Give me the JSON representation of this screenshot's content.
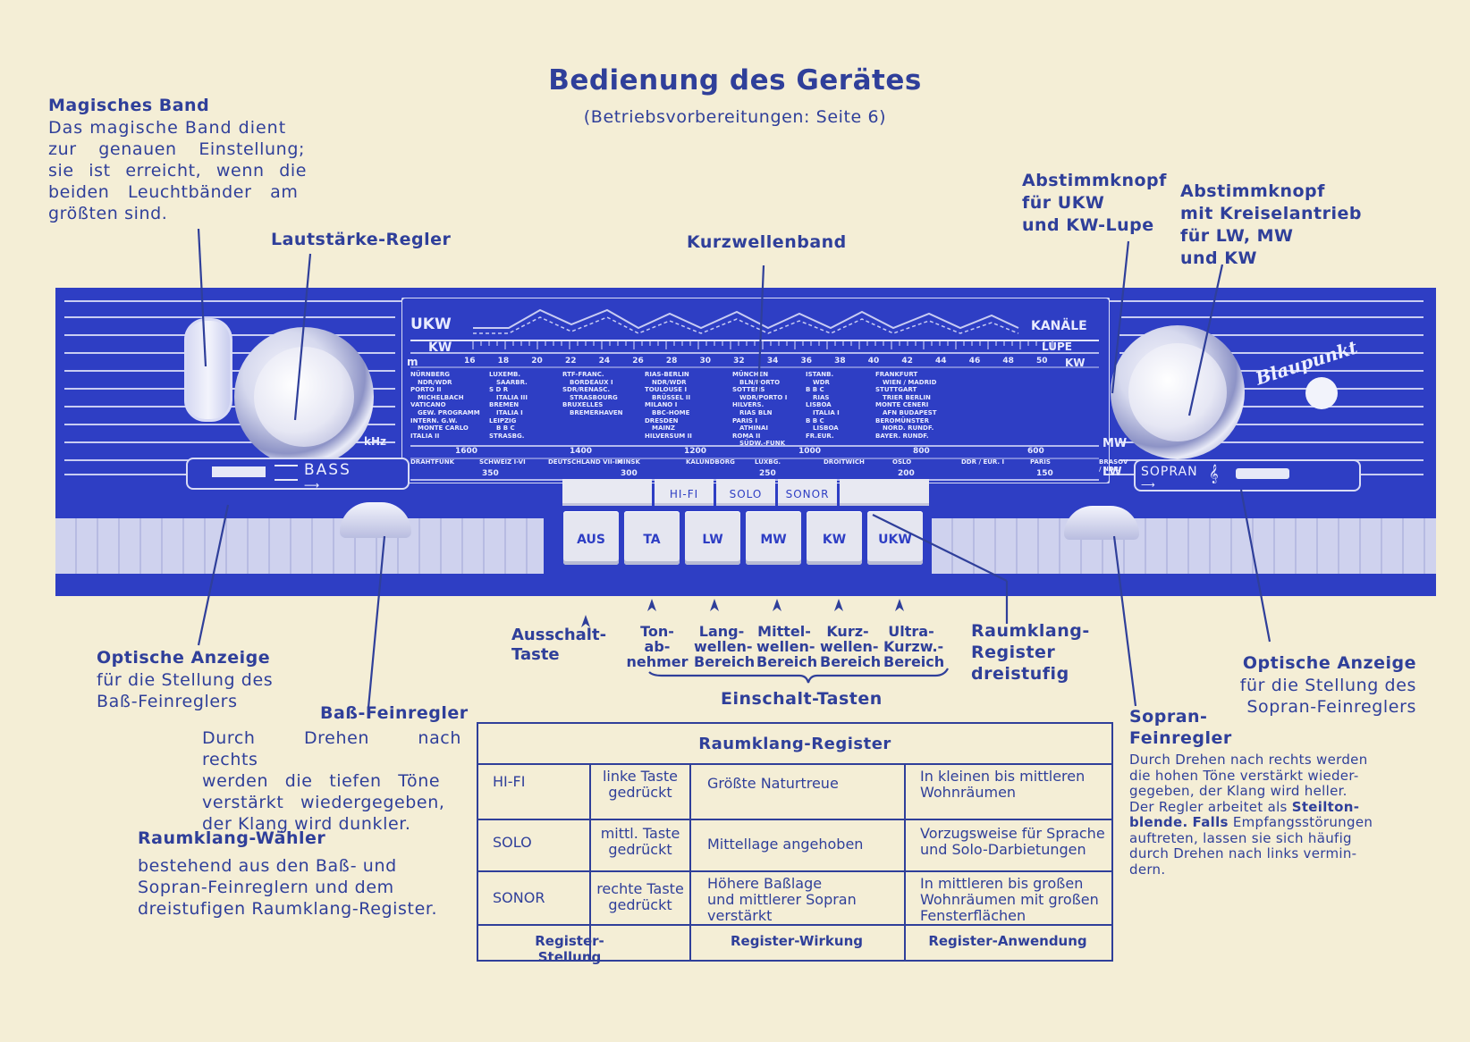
{
  "title": "Bedienung des Gerätes",
  "subtitle": "(Betriebsvorbereitungen: Seite 6)",
  "magic_band": {
    "heading": "Magisches Band",
    "lines": [
      "Das magische Band dient",
      "zur genauen Einstellung;",
      "sie ist erreicht, wenn die",
      "beiden Leuchtbänder am",
      "größten sind."
    ]
  },
  "volume_label": "Lautstärke-Regler",
  "shortwave_label": "Kurzwellenband",
  "tuning_ukw": [
    "Abstimmknopf",
    "für UKW",
    "und KW-Lupe"
  ],
  "tuning_lw": [
    "Abstimmknopf",
    "mit Kreiselantrieb",
    "für LW, MW",
    "und KW"
  ],
  "radio": {
    "scale_ukw": "UKW",
    "scale_kanale": "KANÄLE",
    "scale_kw": "KW",
    "scale_lupe": "LUPE",
    "scale_m": "m",
    "scale_khz": "kHz",
    "scale_mw": "MW",
    "scale_lw": "LW",
    "brand": "Blaupunkt",
    "bass_label": "BASS",
    "sopran_label": "SOPRAN",
    "register_keys": [
      "HI-FI",
      "SOLO",
      "SONOR"
    ],
    "keys": [
      "AUS",
      "TA",
      "LW",
      "MW",
      "KW",
      "UKW"
    ],
    "kw_numbers": [
      "16",
      "18",
      "20",
      "22",
      "24",
      "26",
      "28",
      "30",
      "32",
      "34",
      "36",
      "38",
      "40",
      "42",
      "44",
      "46",
      "48",
      "50"
    ],
    "mw_numbers": [
      "1600",
      "1400",
      "1200",
      "1000",
      "800",
      "600"
    ],
    "lw_numbers": [
      "350",
      "300",
      "250",
      "200",
      "150"
    ],
    "stations_col1": [
      "NÜRNBERG",
      "NDR/WDR",
      "PORTO II",
      "MICHELBACH",
      "VATICANO",
      "GEW. PROGRAMM",
      "INTERN. G.W.",
      "MONTE CARLO",
      "ITALIA II"
    ],
    "stations_col2": [
      "LUXEMB.",
      "SAARBR.",
      "S D R",
      "ITALIA III",
      "BREMEN",
      "ITALIA I",
      "LEIPZIG",
      "B B C",
      "STRASBG."
    ],
    "stations_col3": [
      "RTF-FRANC.",
      "BORDEAUX I",
      "SDR/RENASC.",
      "STRASBOURG",
      "BRUXELLES",
      "BREMERHAVEN",
      "",
      "",
      ""
    ],
    "stations_col4": [
      "RIAS-BERLIN",
      "NDR/WDR",
      "TOULOUSE I",
      "BRÜSSEL II",
      "MILANO I",
      "BBC-HOME",
      "DRESDEN",
      "MAINZ",
      "HILVERSUM II"
    ],
    "stations_col5": [
      "MÜNCHEN",
      "BLN/PORTO",
      "SOTTENS",
      "WDR/PORTO I",
      "HILVERS.",
      "RIAS BLN",
      "PARIS I",
      "ATHINAI",
      "ROMA II",
      "SÜDW.-FUNK"
    ],
    "stations_col6": [
      "ISTANB.",
      "WDR",
      "B B C",
      "RIAS",
      "LISBOA",
      "ITALIA I",
      "B B C",
      "LISBOA",
      "FR.EUR."
    ],
    "stations_col7": [
      "FRANKFURT",
      "WIEN / MADRID",
      "STUTTGART",
      "TRIER BERLIN",
      "MONTE CENERI",
      "AFN BUDAPEST",
      "BEROMÜNSTER",
      "NORD. RUNDF.",
      "BAYER. RUNDF."
    ],
    "lw_stations": [
      "DRAHTFUNK",
      "SCHWEIZ I-VI",
      "DEUTSCHLAND VII-IX",
      "MINSK",
      "KALUNDBORG",
      "LUXBG.",
      "DROITWICH",
      "OSLO",
      "DDR / EUR. I",
      "PARIS",
      "BRASOV / NDR"
    ]
  },
  "optical_bass": [
    "Optische Anzeige",
    "für die Stellung des",
    "Baß-Feinreglers"
  ],
  "bass_fine": {
    "heading": "Baß-Feinregler",
    "lines": [
      "Durch Drehen nach rechts",
      "werden die tiefen Töne",
      "verstärkt wiedergegeben,",
      "der Klang wird dunkler."
    ]
  },
  "raumklang_waehler": {
    "heading": "Raumklang-Wähler",
    "lines": [
      "bestehend aus den Baß- und",
      "Sopran-Feinreglern und dem",
      "dreistufigen Raumklang-Register."
    ]
  },
  "key_labels": {
    "aus": [
      "Ausschalt-",
      "Taste"
    ],
    "ta": [
      "Ton-",
      "ab-",
      "nehmer"
    ],
    "lw": [
      "Lang-",
      "wellen-",
      "Bereich"
    ],
    "mw": [
      "Mittel-",
      "wellen-",
      "Bereich"
    ],
    "kw": [
      "Kurz-",
      "wellen-",
      "Bereich"
    ],
    "ukw": [
      "Ultra-",
      "Kurzw.-",
      "Bereich"
    ]
  },
  "einschalt_label": "Einschalt-Tasten",
  "raumklang_register_label": [
    "Raumklang-",
    "Register",
    "dreistufig"
  ],
  "optical_sopran": [
    "Optische Anzeige",
    "für die Stellung des",
    "Sopran-Feinreglers"
  ],
  "sopran_fine": {
    "heading": [
      "Sopran-",
      "Feinregler"
    ],
    "lines": [
      "Durch Drehen nach rechts werden",
      "die hohen Töne verstärkt wieder-",
      "gegeben, der Klang wird heller.",
      "Der Regler arbeitet als",
      "Steilton-",
      "blende.",
      "Falls",
      "Empfangsstörungen",
      "auftreten, lassen sie sich häufig",
      "durch Drehen nach links vermin-",
      "dern."
    ]
  },
  "table": {
    "title": "Raumklang-Register",
    "rows": [
      {
        "name": "HI-FI",
        "position": [
          "linke Taste",
          "gedrückt"
        ],
        "effect": [
          "Größte Naturtreue"
        ],
        "use": [
          "In kleinen bis mittleren",
          "Wohnräumen"
        ]
      },
      {
        "name": "SOLO",
        "position": [
          "mittl. Taste",
          "gedrückt"
        ],
        "effect": [
          "Mittellage angehoben"
        ],
        "use": [
          "Vorzugsweise für Sprache",
          "und Solo-Darbietungen"
        ]
      },
      {
        "name": "SONOR",
        "position": [
          "rechte Taste",
          "gedrückt"
        ],
        "effect": [
          "Höhere Baßlage",
          "und mittlerer Sopran",
          "verstärkt"
        ],
        "use": [
          "In mittleren bis großen",
          "Wohnräumen mit großen",
          "Fensterflächen"
        ]
      }
    ],
    "footer": [
      "Register-Stellung",
      "Register-Wirkung",
      "Register-Anwendung"
    ]
  }
}
